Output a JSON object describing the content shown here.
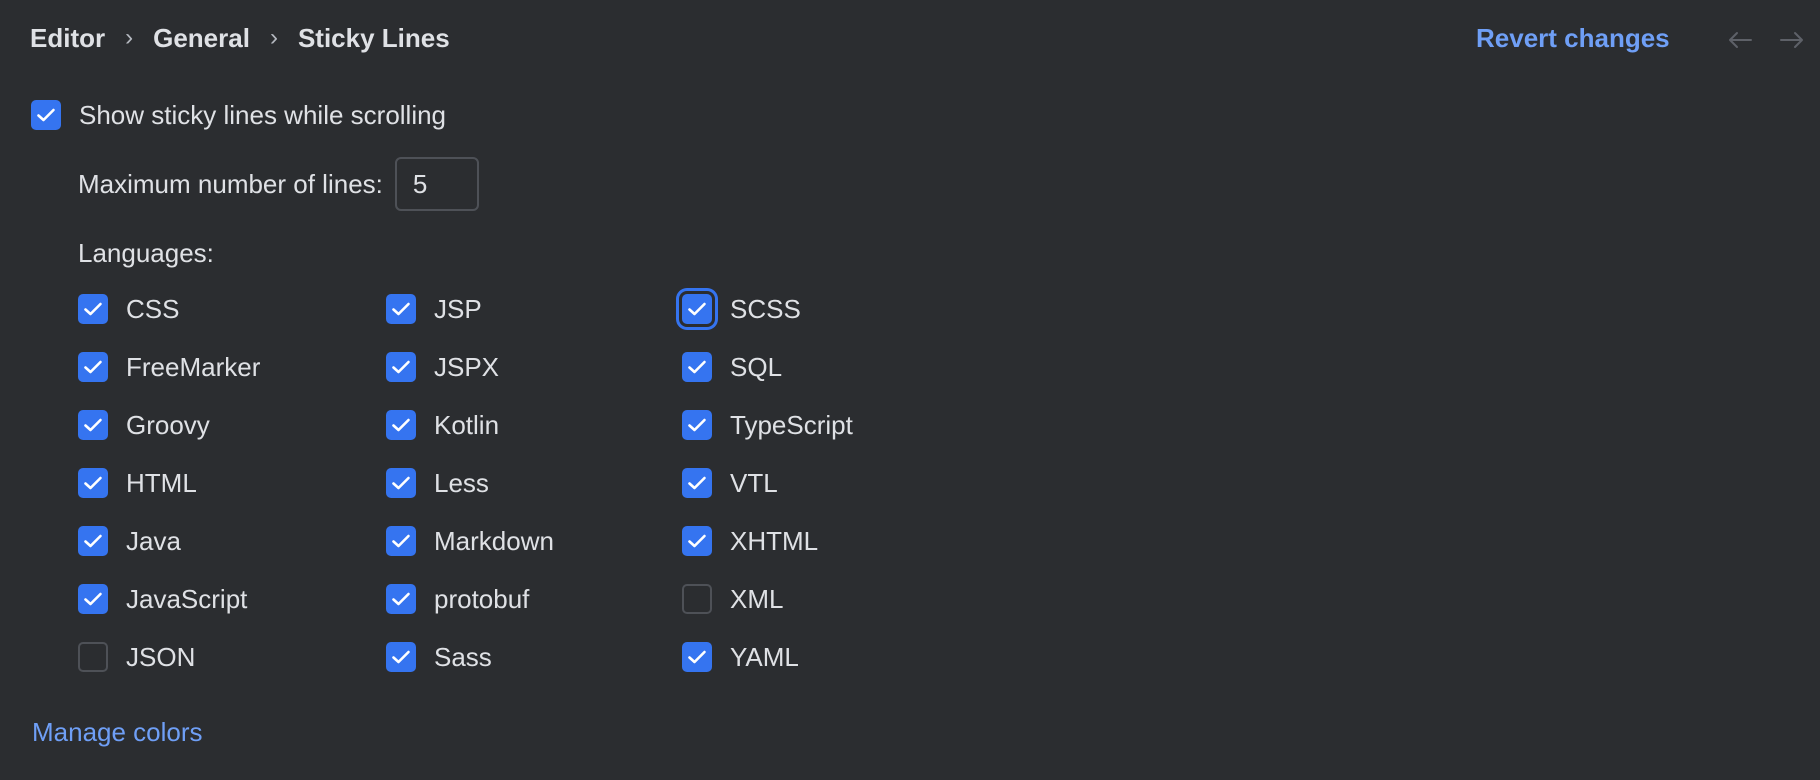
{
  "breadcrumb": {
    "items": [
      "Editor",
      "General",
      "Sticky Lines"
    ],
    "separator": "›"
  },
  "header": {
    "revert_label": "Revert changes",
    "back_icon": "arrow-left-icon",
    "forward_icon": "arrow-right-icon"
  },
  "main_toggle": {
    "label": "Show sticky lines while scrolling",
    "checked": true
  },
  "max_lines": {
    "label": "Maximum number of lines:",
    "value": "5"
  },
  "languages": {
    "label": "Languages:",
    "columns": [
      [
        {
          "name": "CSS",
          "checked": true
        },
        {
          "name": "FreeMarker",
          "checked": true
        },
        {
          "name": "Groovy",
          "checked": true
        },
        {
          "name": "HTML",
          "checked": true
        },
        {
          "name": "Java",
          "checked": true
        },
        {
          "name": "JavaScript",
          "checked": true
        },
        {
          "name": "JSON",
          "checked": false
        }
      ],
      [
        {
          "name": "JSP",
          "checked": true
        },
        {
          "name": "JSPX",
          "checked": true
        },
        {
          "name": "Kotlin",
          "checked": true
        },
        {
          "name": "Less",
          "checked": true
        },
        {
          "name": "Markdown",
          "checked": true
        },
        {
          "name": "protobuf",
          "checked": true
        },
        {
          "name": "Sass",
          "checked": true
        }
      ],
      [
        {
          "name": "SCSS",
          "checked": true,
          "focused": true
        },
        {
          "name": "SQL",
          "checked": true
        },
        {
          "name": "TypeScript",
          "checked": true
        },
        {
          "name": "VTL",
          "checked": true
        },
        {
          "name": "XHTML",
          "checked": true
        },
        {
          "name": "XML",
          "checked": false
        },
        {
          "name": "YAML",
          "checked": true
        }
      ]
    ]
  },
  "footer": {
    "manage_colors_label": "Manage colors"
  },
  "colors": {
    "background": "#2b2d30",
    "text": "#dfe1e5",
    "accent": "#3574f0",
    "link": "#6f9ff6",
    "border": "#4e5157"
  }
}
